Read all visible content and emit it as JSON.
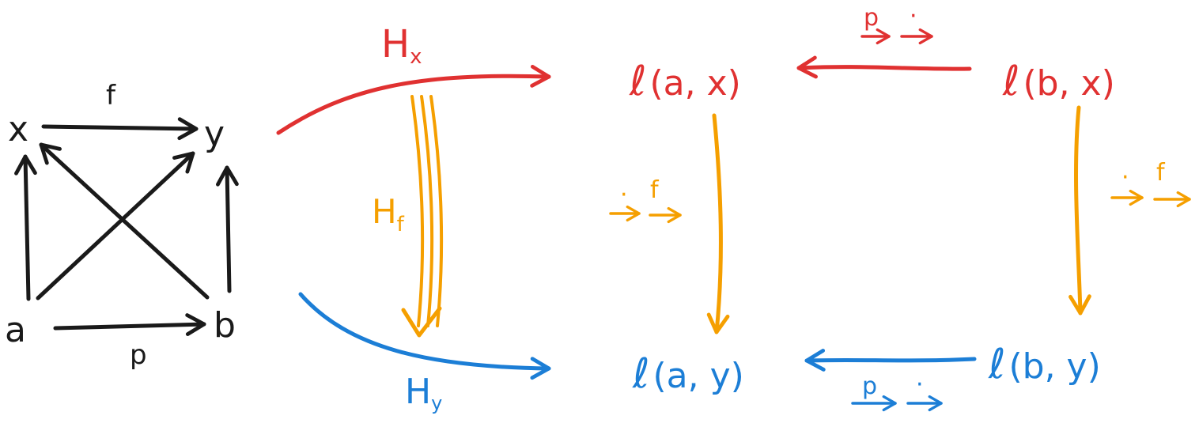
{
  "colors": {
    "ink": "#1a1a1a",
    "hx": "#e03131",
    "hf": "#f59f00",
    "hy": "#1c7ed6"
  },
  "left_square": {
    "objects": {
      "x": "x",
      "y": "y",
      "a": "a",
      "b": "b"
    },
    "arrow_labels": {
      "f": "f",
      "p": "p"
    }
  },
  "functors": {
    "hx_main": "H",
    "hx_sub": "x",
    "hf_main": "H",
    "hf_sub": "f",
    "hy_main": "H",
    "hy_sub": "y"
  },
  "right_square": {
    "hom_symbol": "ℓ",
    "top_left": "(a, x)",
    "top_right": "(b, x)",
    "bottom_left": "(a, y)",
    "bottom_right": "(b, y)",
    "top_arrow_left_label": "p",
    "top_arrow_right_label": "·",
    "bottom_arrow_left_label": "p",
    "bottom_arrow_right_label": "·",
    "left_vertical_left_label": "·",
    "left_vertical_right_label": "f",
    "right_vertical_left_label": "·",
    "right_vertical_right_label": "f"
  }
}
